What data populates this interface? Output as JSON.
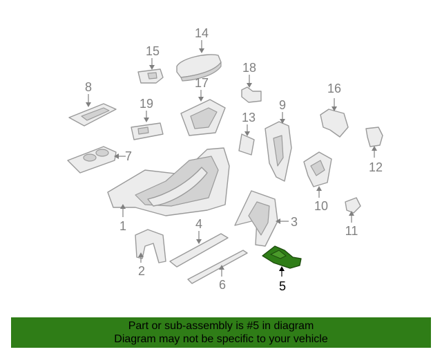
{
  "diagram": {
    "callouts": [
      {
        "id": "1",
        "label": "1"
      },
      {
        "id": "2",
        "label": "2"
      },
      {
        "id": "3",
        "label": "3"
      },
      {
        "id": "4",
        "label": "4"
      },
      {
        "id": "5",
        "label": "5",
        "highlighted": true
      },
      {
        "id": "6",
        "label": "6"
      },
      {
        "id": "7",
        "label": "7"
      },
      {
        "id": "8",
        "label": "8"
      },
      {
        "id": "9",
        "label": "9"
      },
      {
        "id": "10",
        "label": "10"
      },
      {
        "id": "11",
        "label": "11"
      },
      {
        "id": "12",
        "label": "12"
      },
      {
        "id": "13",
        "label": "13"
      },
      {
        "id": "14",
        "label": "14"
      },
      {
        "id": "15",
        "label": "15"
      },
      {
        "id": "16",
        "label": "16"
      },
      {
        "id": "17",
        "label": "17"
      },
      {
        "id": "18",
        "label": "18"
      },
      {
        "id": "19",
        "label": "19"
      }
    ],
    "highlight_color": "#2f7d17"
  },
  "footer": {
    "line1": "Part or sub-assembly is #5 in diagram",
    "line2": "Diagram may not be specific to your vehicle",
    "background": "#2f7d17"
  }
}
